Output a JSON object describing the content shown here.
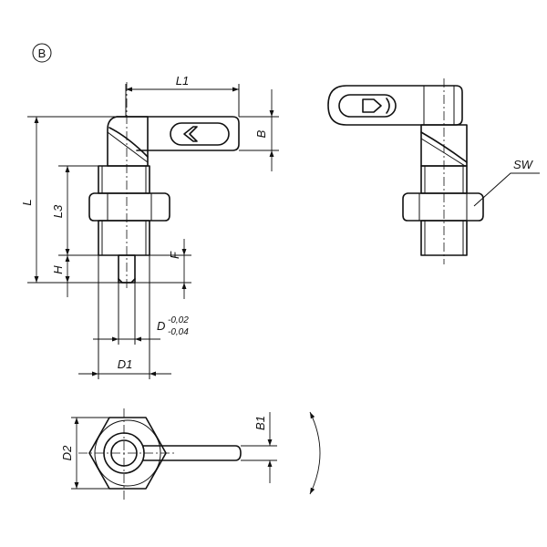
{
  "variant": "B",
  "labels": {
    "L1": "L1",
    "B": "B",
    "L": "L",
    "L3": "L3",
    "F": "F",
    "H": "H",
    "D": "D",
    "D_tol_upper": "-0,02",
    "D_tol_lower": "-0,04",
    "D1": "D1",
    "SW": "SW",
    "B1": "B1",
    "D2": "D2"
  }
}
